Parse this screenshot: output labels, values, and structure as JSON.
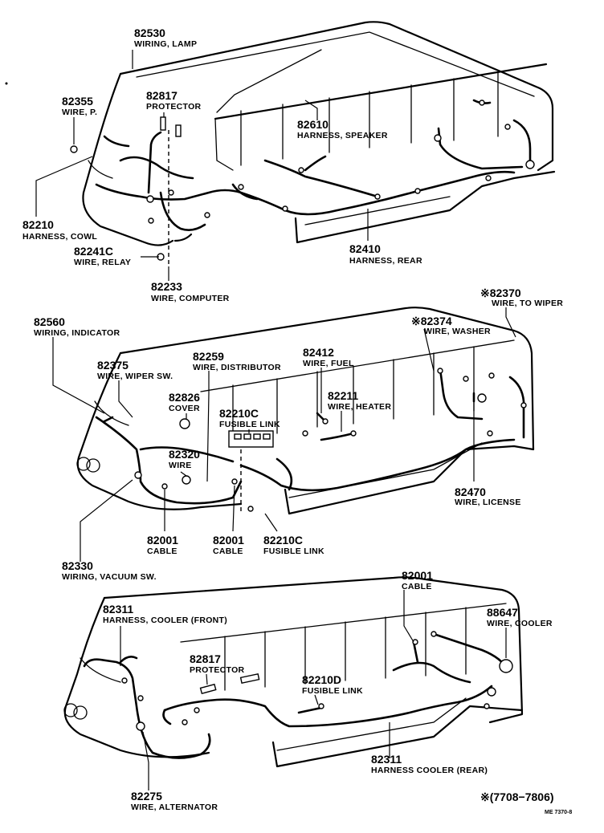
{
  "parts_top": [
    {
      "number": "82530",
      "name": "WIRING, LAMP"
    },
    {
      "number": "82817",
      "name": "PROTECTOR"
    },
    {
      "number": "82355",
      "name": "WIRE, P."
    },
    {
      "number": "82610",
      "name": "HARNESS, SPEAKER"
    },
    {
      "number": "82210",
      "name": "HARNESS, COWL"
    },
    {
      "number": "82241C",
      "name": "WIRE, RELAY"
    },
    {
      "number": "82410",
      "name": "HARNESS, REAR"
    },
    {
      "number": "82233",
      "name": "WIRE, COMPUTER"
    }
  ],
  "parts_middle": [
    {
      "number": "※82370",
      "name": "WIRE, TO WIPER"
    },
    {
      "number": "82560",
      "name": "WIRING, INDICATOR"
    },
    {
      "number": "※82374",
      "name": "WIRE, WASHER"
    },
    {
      "number": "82375",
      "name": "WIRE, WIPER SW."
    },
    {
      "number": "82259",
      "name": "WIRE, DISTRIBUTOR"
    },
    {
      "number": "82412",
      "name": "WIRE, FUEL"
    },
    {
      "number": "82826",
      "name": "COVER"
    },
    {
      "number": "82211",
      "name": "WIRE, HEATER"
    },
    {
      "number": "82210C",
      "name": "FUSIBLE LINK"
    },
    {
      "number": "82320",
      "name": "WIRE"
    },
    {
      "number": "82470",
      "name": "WIRE, LICENSE"
    },
    {
      "number": "82001",
      "name": "CABLE"
    },
    {
      "number": "82001",
      "name": "CABLE"
    },
    {
      "number": "82210C",
      "name": "FUSIBLE LINK"
    },
    {
      "number": "82330",
      "name": "WIRING, VACUUM SW."
    }
  ],
  "parts_bottom": [
    {
      "number": "82001",
      "name": "CABLE"
    },
    {
      "number": "82311",
      "name": "HARNESS, COOLER (FRONT)"
    },
    {
      "number": "88647",
      "name": "WIRE, COOLER"
    },
    {
      "number": "82817",
      "name": "PROTECTOR"
    },
    {
      "number": "82210D",
      "name": "FUSIBLE LINK"
    },
    {
      "number": "82311",
      "name": "HARNESS COOLER (REAR)"
    },
    {
      "number": "82275",
      "name": "WIRE, ALTERNATOR"
    }
  ],
  "footnote": "※(7708−7806)",
  "drawing_code": "ME 7370-8"
}
